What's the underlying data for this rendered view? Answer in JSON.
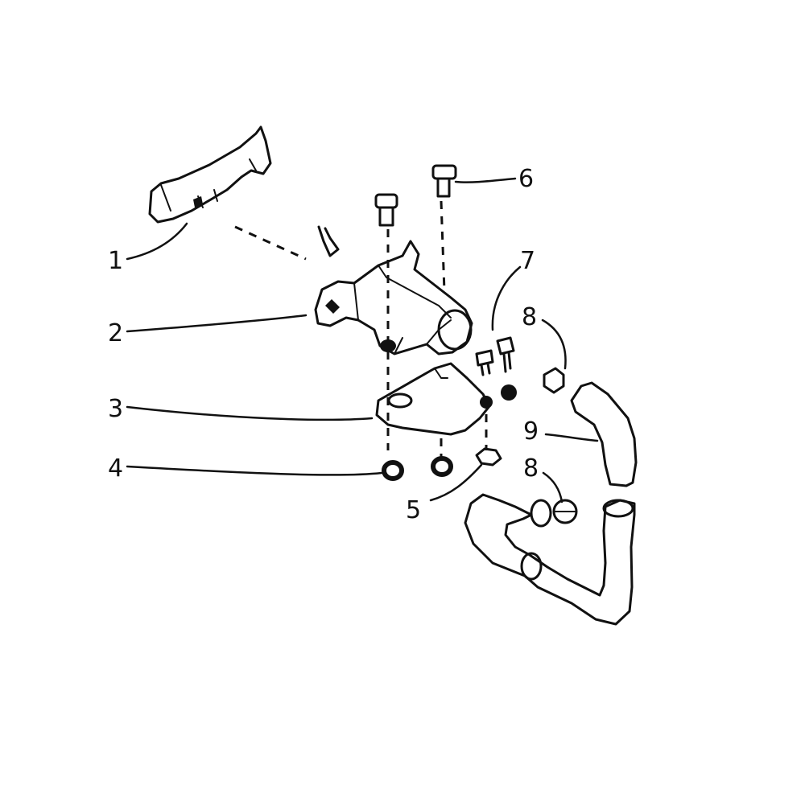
{
  "callouts": [
    {
      "id": "1",
      "text": "1"
    },
    {
      "id": "2",
      "text": "2"
    },
    {
      "id": "3",
      "text": "3"
    },
    {
      "id": "4",
      "text": "4"
    },
    {
      "id": "5",
      "text": "5"
    },
    {
      "id": "6",
      "text": "6"
    },
    {
      "id": "7",
      "text": "7"
    },
    {
      "id": "8a",
      "text": "8"
    },
    {
      "id": "8b",
      "text": "8"
    },
    {
      "id": "9",
      "text": "9"
    }
  ]
}
